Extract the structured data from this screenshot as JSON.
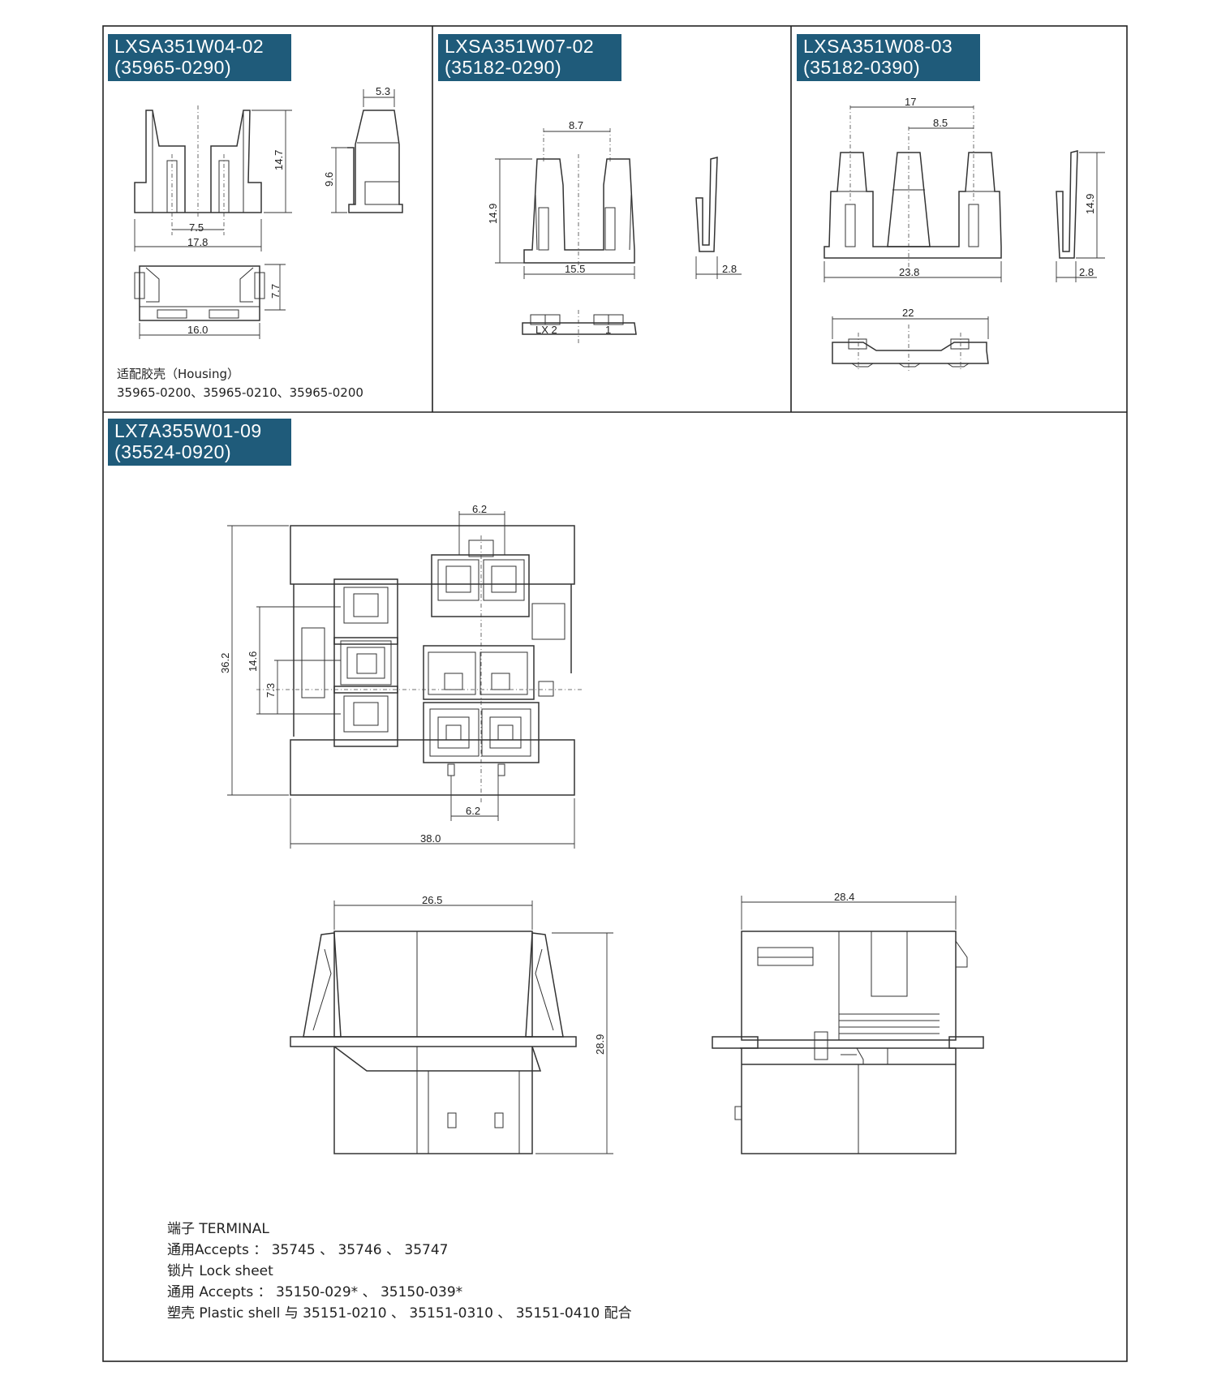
{
  "panels": {
    "p1": {
      "title": "LXSA351W04-02",
      "subtitle": "(35965-0290)"
    },
    "p2": {
      "title": "LXSA351W07-02",
      "subtitle": "(35182-0290)"
    },
    "p3": {
      "title": "LXSA351W08-03",
      "subtitle": "(35182-0390)"
    },
    "p4": {
      "title": "LX7A355W01-09",
      "subtitle": "(35524-0920)"
    }
  },
  "dims": {
    "p1": {
      "d1": "5.3",
      "d2": "14.7",
      "d3": "9.6",
      "d4": "7.5",
      "d5": "17.8",
      "d6": "7.7",
      "d7": "16.0"
    },
    "p2": {
      "d1": "8.7",
      "d2": "14.9",
      "d3": "15.5",
      "d4": "2.8",
      "lx2": "LX 2",
      "one": "1"
    },
    "p3": {
      "d1": "17",
      "d2": "8.5",
      "d3": "14.9",
      "d4": "23.8",
      "d5": "2.8",
      "d6": "22"
    },
    "p4": {
      "d1": "6.2",
      "d2": "36.2",
      "d3": "14.6",
      "d4": "7.3",
      "d5": "6.2",
      "d6": "38.0",
      "d7": "26.5",
      "d8": "28.9",
      "d9": "28.4"
    }
  },
  "housing_note": {
    "line1": "适配胶壳（Housing）",
    "line2": "35965-0200、35965-0210、35965-0200"
  },
  "bottom_notes": [
    "端子   TERMINAL",
    "通用Accepts  ：  35745  、  35746  、  35747",
    "锁片  Lock  sheet",
    "通用  Accepts  ：  35150-029*  、  35150-039*",
    "塑壳  Plastic  shell  与  35151-0210  、  35151-0310  、  35151-0410  配合"
  ],
  "colors": {
    "badge": "#1f5b7a",
    "line": "#333333"
  }
}
